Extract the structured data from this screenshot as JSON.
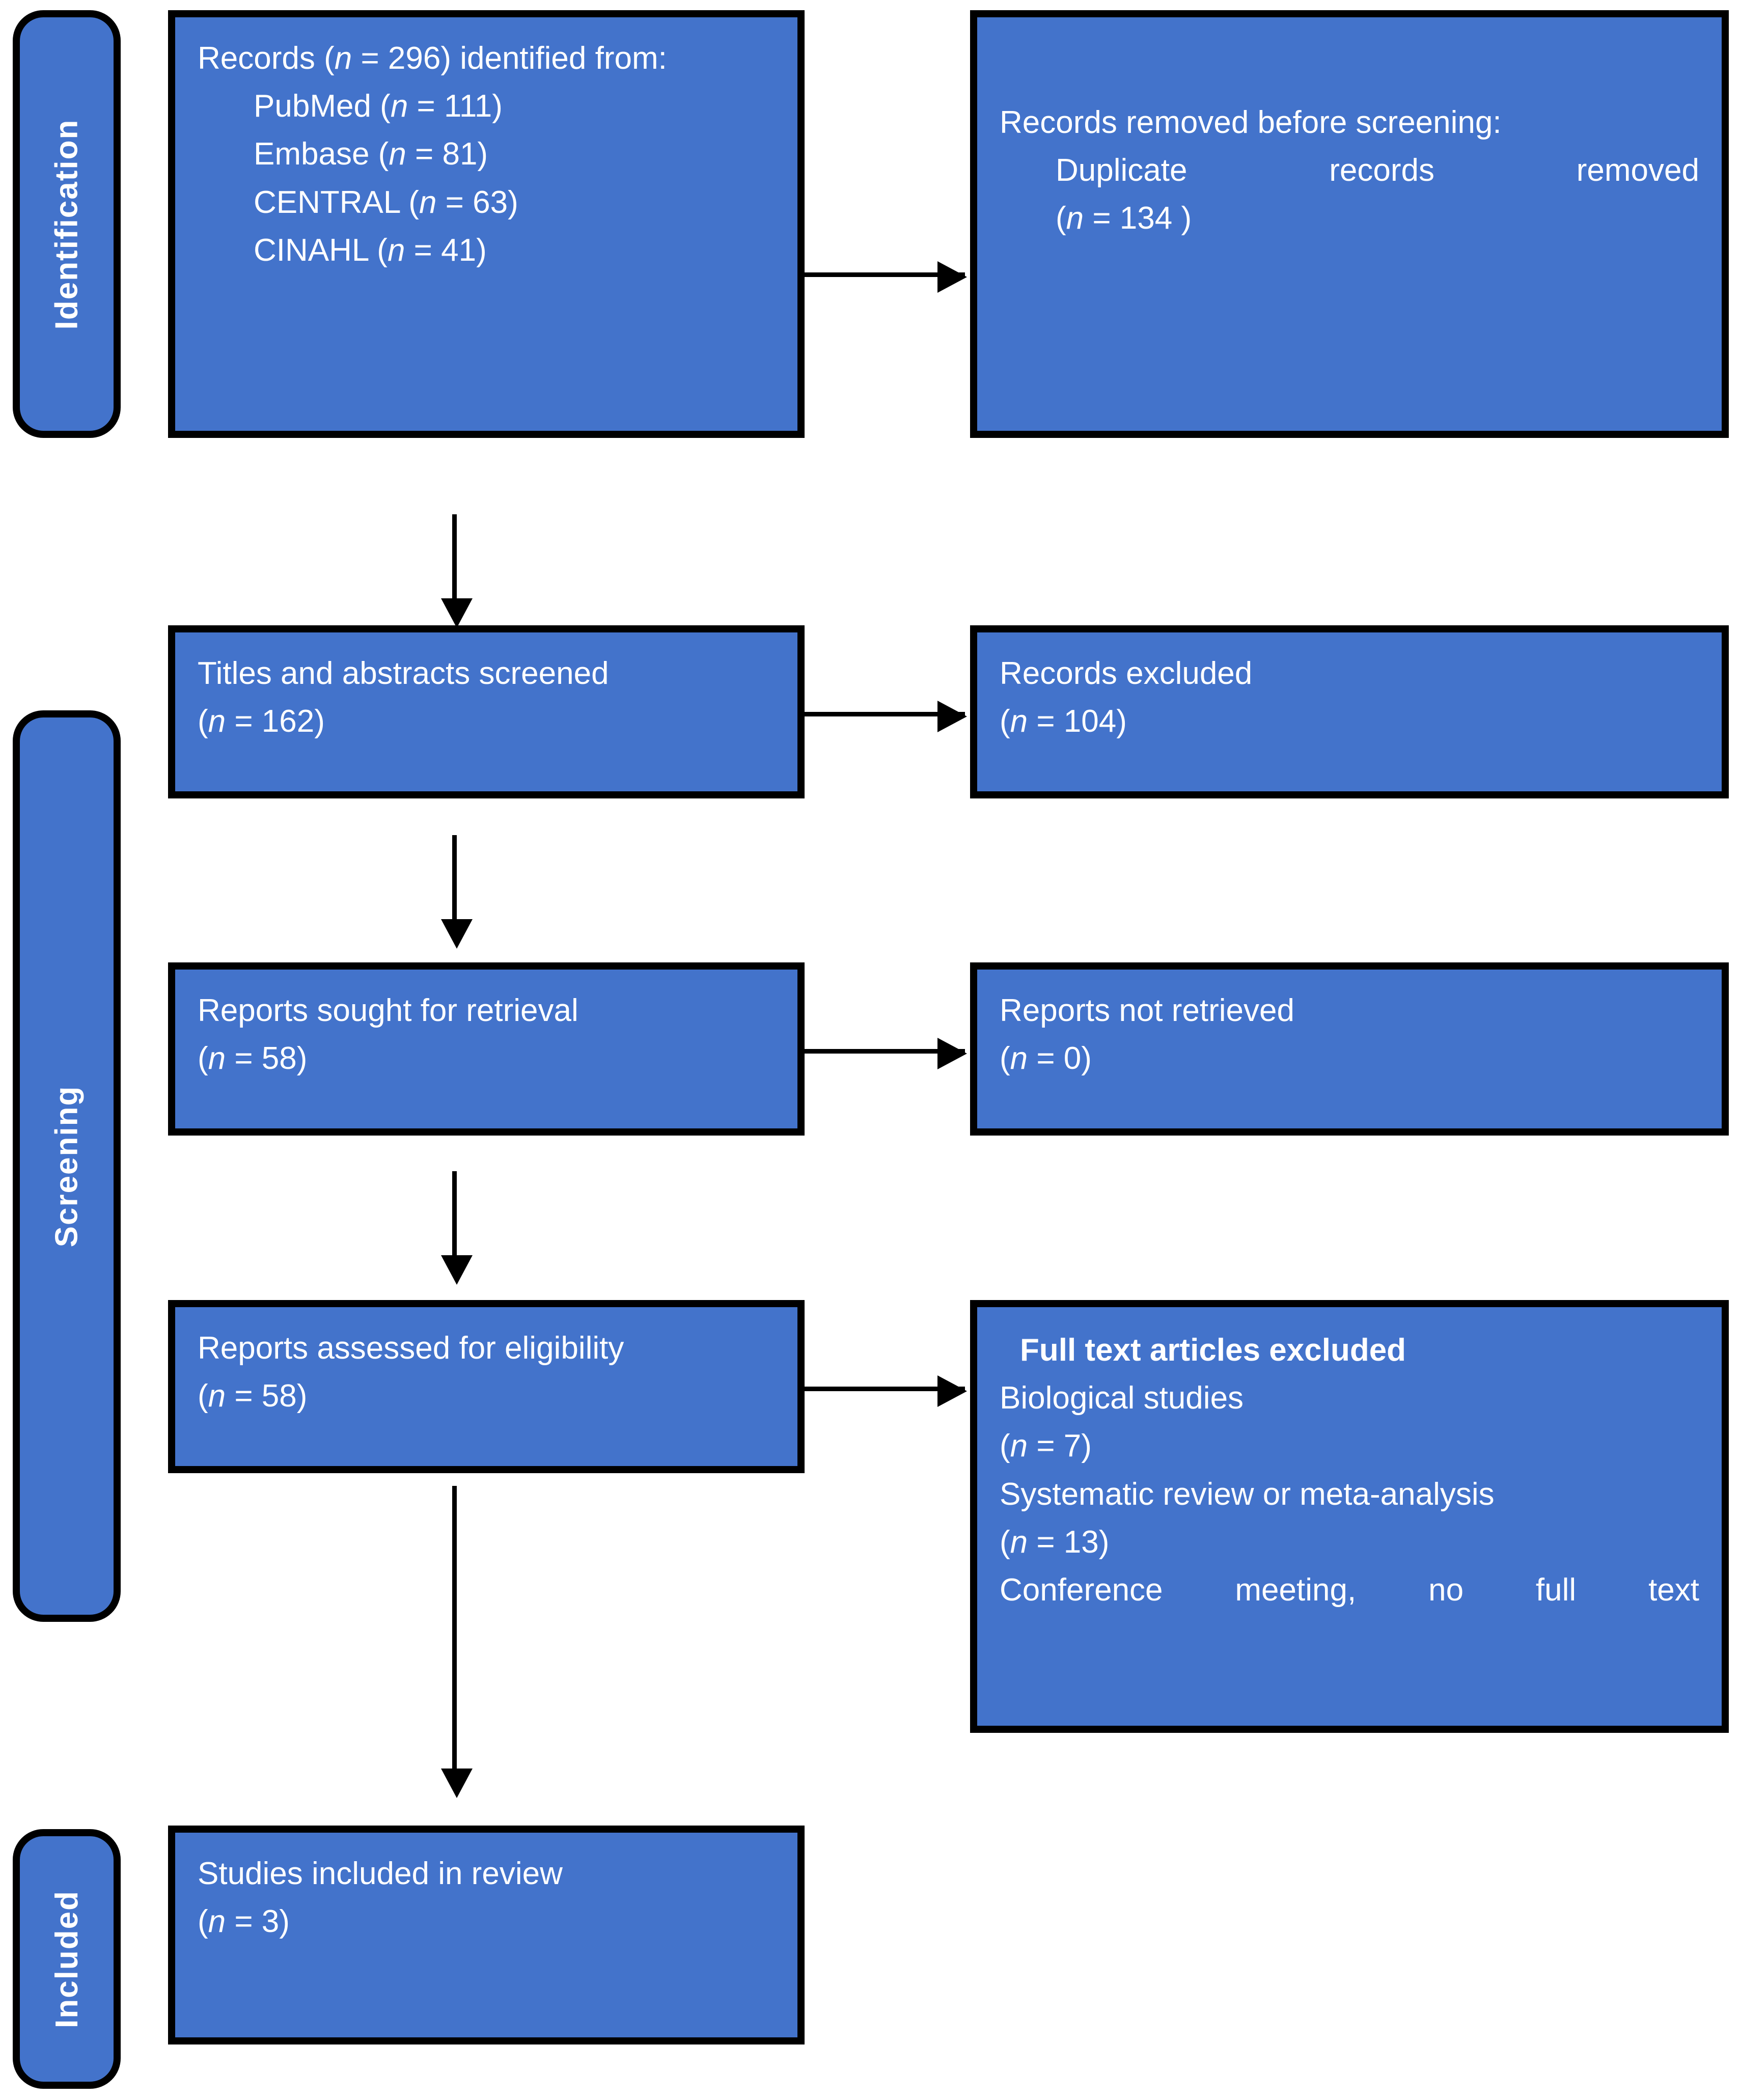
{
  "diagram": {
    "title": "PRISMA flow diagram",
    "colors": {
      "box_fill": "#4373CB",
      "box_border": "#000000",
      "text": "#FFFFFF",
      "arrow": "#000000",
      "background": "#FFFFFF"
    }
  },
  "stages": [
    {
      "id": "identification",
      "label": "Identification"
    },
    {
      "id": "screening",
      "label": "Screening"
    },
    {
      "id": "included",
      "label": "Included"
    }
  ],
  "boxes": {
    "identified": {
      "lines": [
        {
          "text_before": "Records (",
          "ital": "n",
          "text_after": " = 296) identified from:",
          "indent": false
        },
        {
          "text_before": "PubMed (",
          "ital": "n",
          "text_after": " = 111)",
          "indent": true
        },
        {
          "text_before": "Embase (",
          "ital": "n",
          "text_after": " = 81)",
          "indent": true
        },
        {
          "text_before": "CENTRAL (",
          "ital": "n",
          "text_after": " = 63)",
          "indent": true
        },
        {
          "text_before": "CINAHL (",
          "ital": "n",
          "text_after": " = 41)",
          "indent": true
        }
      ]
    },
    "removed": {
      "heading": "Records removed before screening:",
      "justified_line": "Duplicate records removed",
      "count_before": "(",
      "count_ital": "n",
      "count_after": " = 134 )"
    },
    "screened": {
      "heading": "Titles and abstracts screened",
      "count_before": "(",
      "count_ital": "n",
      "count_after": " = 162)"
    },
    "records_excluded": {
      "heading": "Records excluded",
      "count_before": "(",
      "count_ital": "n",
      "count_after": " = 104)"
    },
    "sought": {
      "heading": "Reports sought for retrieval",
      "count_before": "(",
      "count_ital": "n",
      "count_after": " = 58)"
    },
    "not_retrieved": {
      "heading": "Reports not retrieved",
      "count_before": "(",
      "count_ital": "n",
      "count_after": " = 0)"
    },
    "assessed": {
      "heading": "Reports assessed for eligibility",
      "count_before": "(",
      "count_ital": "n",
      "count_after": " = 58)"
    },
    "fulltext_excluded": {
      "heading": "Full text articles excluded",
      "reason1": "Biological studies",
      "reason1_count_before": "(",
      "reason1_count_ital": "n",
      "reason1_count_after": " = 7)",
      "reason2": "Systematic review or meta-analysis",
      "reason2_count_before": "(",
      "reason2_count_ital": "n",
      "reason2_count_after": " = 13)",
      "reason3": "Conference meeting, no full text"
    },
    "included_studies": {
      "heading": "Studies included in review",
      "count_before": "(",
      "count_ital": "n",
      "count_after": " = 3)"
    }
  },
  "arrows": [
    {
      "id": "identified-to-removed",
      "direction": "right"
    },
    {
      "id": "identified-to-screened",
      "direction": "down"
    },
    {
      "id": "screened-to-excluded",
      "direction": "right"
    },
    {
      "id": "screened-to-sought",
      "direction": "down"
    },
    {
      "id": "sought-to-notretrieved",
      "direction": "right"
    },
    {
      "id": "sought-to-assessed",
      "direction": "down"
    },
    {
      "id": "assessed-to-fulltextexcluded",
      "direction": "right"
    },
    {
      "id": "assessed-to-included",
      "direction": "down"
    }
  ]
}
